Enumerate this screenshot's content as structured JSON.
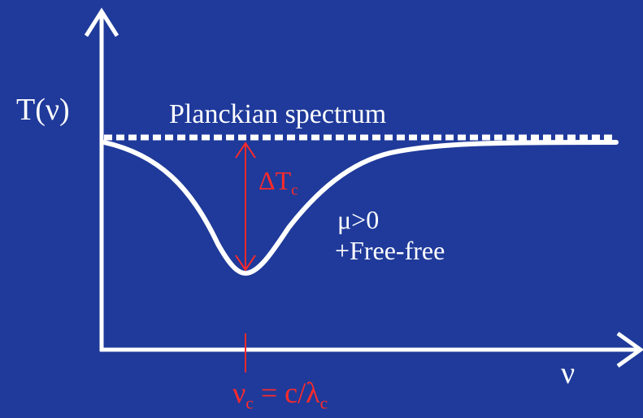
{
  "colors": {
    "background": "#1f3a9a",
    "foreground": "#ffffff",
    "accent": "#ff2a2a"
  },
  "labels": {
    "y_axis": "T(ν)",
    "x_axis": "ν",
    "planck": "Planckian spectrum",
    "delta_symbol": "ΔT",
    "delta_sub": "c",
    "mu": "μ>0",
    "freefree": "+Free-free",
    "nu_c_symbol": "ν",
    "nu_c_sub": "c",
    "nu_c_eq": " = c/λ",
    "lambda_sub": "c"
  }
}
